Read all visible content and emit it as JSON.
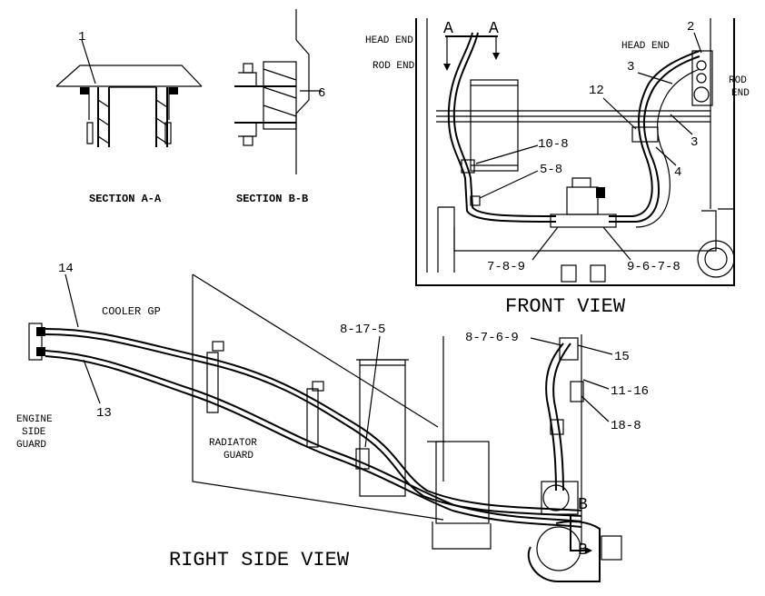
{
  "sections": {
    "a": {
      "title": "SECTION A-A",
      "callout": "1"
    },
    "b": {
      "title": "SECTION B-B",
      "callout": "6"
    }
  },
  "front_view": {
    "title": "FRONT VIEW",
    "section_marks": [
      "A",
      "A"
    ],
    "head_end_left": "HEAD END",
    "rod_end_left": "ROD END",
    "head_end_right": "HEAD END",
    "rod_end_right_1": "ROD",
    "rod_end_right_2": "END",
    "callouts": {
      "c2": "2",
      "c3a": "3",
      "c3b": "3",
      "c4": "4",
      "c12": "12",
      "c10_8": "10-8",
      "c5_8": "5-8",
      "c7_8_9": "7-8-9",
      "c9_6_7_8": "9-6-7-8"
    }
  },
  "side_view": {
    "title": "RIGHT SIDE VIEW",
    "cooler_gp": "COOLER GP",
    "engine_side_guard": [
      "ENGINE",
      "SIDE",
      "GUARD"
    ],
    "radiator_guard": [
      "RADIATOR",
      "GUARD"
    ],
    "section_mark_b": "B",
    "callouts": {
      "c14": "14",
      "c13": "13",
      "c8_17_5": "8-17-5",
      "c8_7_6_9": "8-7-6-9",
      "c15": "15",
      "c11_16": "11-16",
      "c18_8": "18-8"
    }
  }
}
